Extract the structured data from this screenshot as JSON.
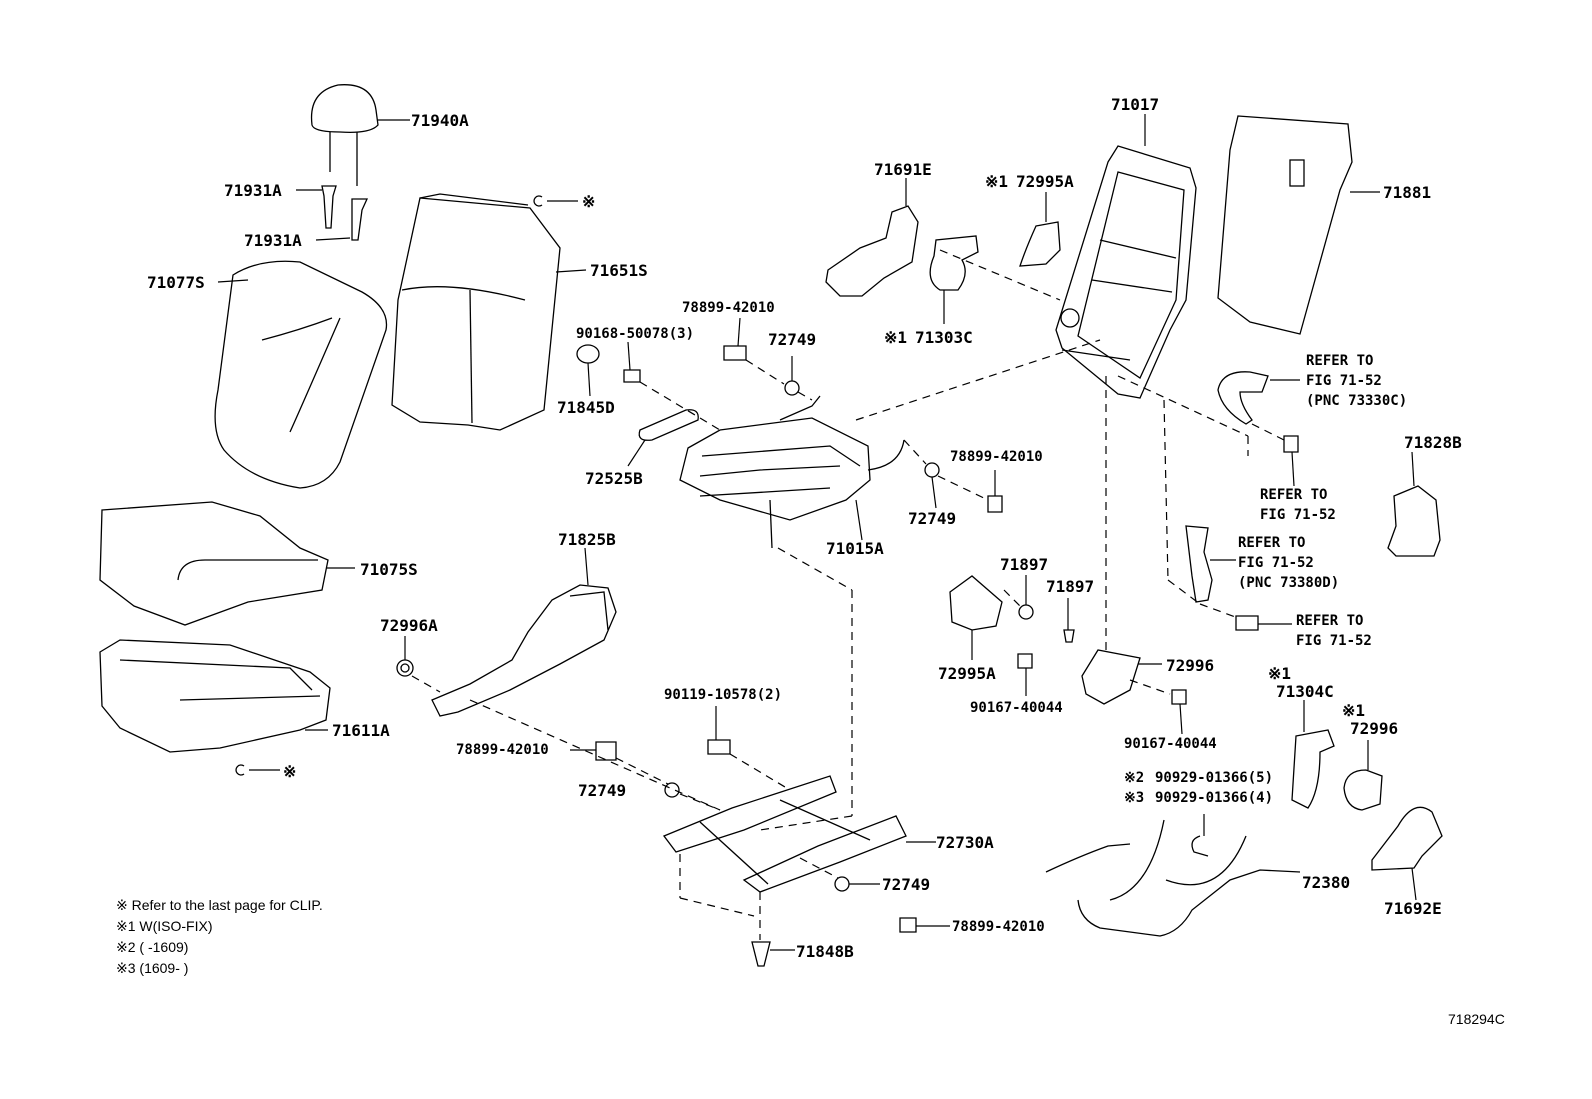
{
  "labels": {
    "p71940A": "71940A",
    "p71931A_1": "71931A",
    "p71931A_2": "71931A",
    "p71077S": "71077S",
    "p71651S": "71651S",
    "p71075S": "71075S",
    "p71611A": "71611A",
    "p71825B": "71825B",
    "p72996A": "72996A",
    "p78899_a": "78899-42010",
    "p90168": "90168-50078(3)",
    "p72749_a": "72749",
    "p71845D": "71845D",
    "p72525B": "72525B",
    "p71015A": "71015A",
    "p78899_b": "78899-42010",
    "p72749_b": "72749",
    "p71691E": "71691E",
    "p72995A_top": "72995A",
    "p71303C": "71303C",
    "p71017": "71017",
    "p71881": "71881",
    "p71828B": "71828B",
    "p71897_a": "71897",
    "p71897_b": "71897",
    "p72995A_bot": "72995A",
    "p90167_a": "90167-40044",
    "p72996_a": "72996",
    "p90167_b": "90167-40044",
    "p71304C": "71304C",
    "p72996_b": "72996",
    "p90929_2": "90929-01366(5)",
    "p90929_3": "90929-01366(4)",
    "p72380": "72380",
    "p71692E": "71692E",
    "p90119": "90119-10578(2)",
    "p78899_c": "78899-42010",
    "p72749_c": "72749",
    "p72730A": "72730A",
    "p72749_d": "72749",
    "p78899_d": "78899-42010",
    "p71848B": "71848B"
  },
  "marks": {
    "m1_72995A": "※1",
    "m1_71303C": "※1",
    "m1_71304C": "※1",
    "m1_72996": "※1",
    "m2": "※2",
    "m3": "※3",
    "clip_top": "※",
    "clip_bot": "※"
  },
  "refers": {
    "r1": [
      "REFER TO",
      "FIG 71-52",
      "(PNC 73330C)"
    ],
    "r2": [
      "REFER TO",
      "FIG 71-52"
    ],
    "r3": [
      "REFER TO",
      "FIG 71-52",
      "(PNC 73380D)"
    ],
    "r4": [
      "REFER TO",
      "FIG 71-52"
    ]
  },
  "notes": {
    "n0": "※  Refer to the last page for CLIP.",
    "n1": "※1  W(ISO-FIX)",
    "n2": "※2  (        -1609)",
    "n3": "※3  (1609-        )"
  },
  "figure_id": "718294C"
}
